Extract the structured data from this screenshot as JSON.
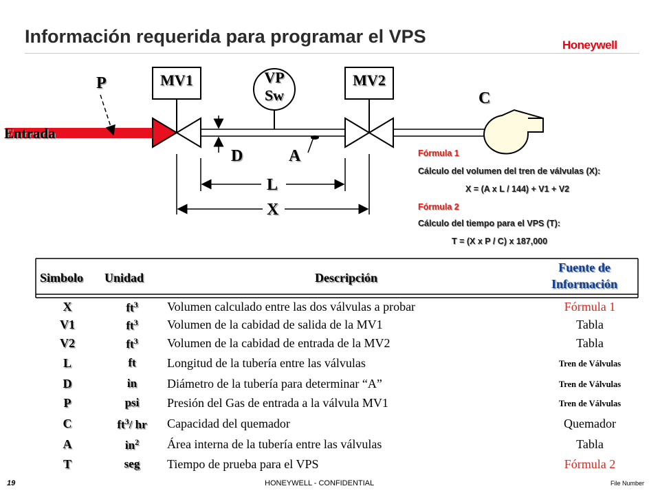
{
  "slide": {
    "title": "Información requerida para programar el VPS",
    "brand": "Honeywell"
  },
  "diagram": {
    "mv1": "MV1",
    "mv2": "MV2",
    "vp_line1": "VP",
    "vp_line2": "Sw",
    "p": "P",
    "c": "C",
    "entrada": "Entrada",
    "d": "D",
    "a": "A",
    "l": "L",
    "x": "X"
  },
  "formulas": {
    "f1_title": "Fórmula 1",
    "f1_desc": "Cálculo del volumen del tren de válvulas (X):",
    "f1_eq": "X = (A x L / 144) + V1 + V2",
    "f2_title": "Fórmula 2",
    "f2_desc": "Cálculo del tiempo para el VPS (T):",
    "f2_eq": "T = (X x P / C) x 187,000"
  },
  "table": {
    "headers": {
      "symbol": "Simbolo",
      "unit": "Unidad",
      "description": "Descripción",
      "source_line1": "Fuente de",
      "source_line2": "Información"
    },
    "rows": [
      {
        "symbol": "X",
        "unit": "ft",
        "unit_sup": "3",
        "unit_suffix": "",
        "description": "Volumen calculado entre las dos válvulas a probar",
        "source": "Fórmula 1"
      },
      {
        "symbol": "V1",
        "unit": "ft",
        "unit_sup": "3",
        "unit_suffix": "",
        "description": "Volumen de la cabidad de salida de la MV1",
        "source": "Tabla"
      },
      {
        "symbol": "V2",
        "unit": "ft",
        "unit_sup": "3",
        "unit_suffix": "",
        "description": "Volumen de la cabidad de entrada de la MV2",
        "source": "Tabla"
      },
      {
        "symbol": "L",
        "unit": "ft",
        "unit_sup": "",
        "unit_suffix": "",
        "description": "Longitud de la tubería entre las válvulas",
        "source": "Tren de Válvulas"
      },
      {
        "symbol": "D",
        "unit": "in",
        "unit_sup": "",
        "unit_suffix": "",
        "description": "Diámetro de la tubería para determinar “A”",
        "source": "Tren de Válvulas"
      },
      {
        "symbol": "P",
        "unit": "psi",
        "unit_sup": "",
        "unit_suffix": "",
        "description": "Presión del Gas de entrada a la válvula MV1",
        "source": "Tren de Válvulas"
      },
      {
        "symbol": "C",
        "unit": "ft",
        "unit_sup": "3",
        "unit_suffix": "/ hr",
        "description": "Capacidad del quemador",
        "source": "Quemador"
      },
      {
        "symbol": "A",
        "unit": "in",
        "unit_sup": "2",
        "unit_suffix": "",
        "description": "Área interna de la tubería entre las válvulas",
        "source": "Tabla"
      },
      {
        "symbol": "T",
        "unit": "seg",
        "unit_sup": "",
        "unit_suffix": "",
        "description": "Tiempo de prueba para el VPS",
        "source": "Fórmula 2"
      }
    ]
  },
  "footer": {
    "page": "19",
    "confidential": "HONEYWELL - CONFIDENTIAL",
    "file": "File Number"
  },
  "colors": {
    "red": "#e2231a",
    "blue": "#0b3d91",
    "pipe_red": "#e8101e"
  }
}
